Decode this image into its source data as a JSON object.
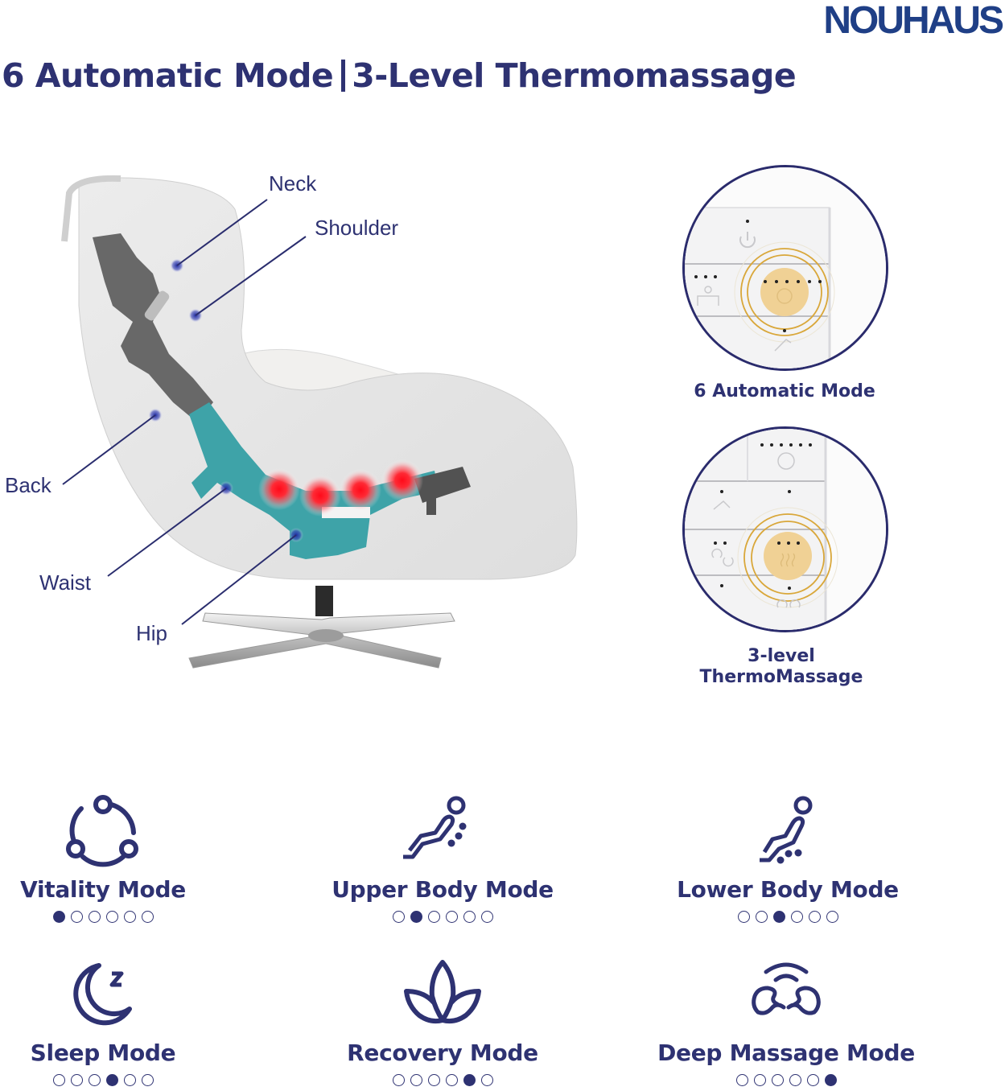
{
  "brand": {
    "logo_text": "NOUHAUS",
    "color": "#1f3f86"
  },
  "headline": {
    "left": "6 Automatic Mode",
    "right": "3-Level Thermomassage",
    "color": "#2e3272"
  },
  "chair": {
    "zones": [
      {
        "label": "Neck"
      },
      {
        "label": "Shoulder"
      },
      {
        "label": "Back"
      },
      {
        "label": "Waist"
      },
      {
        "label": "Hip"
      }
    ],
    "heat_points": 4,
    "heat_color": "#ff1f2e",
    "mechanism_color": "#3ea3a8"
  },
  "panels": [
    {
      "caption": "6 Automatic Mode",
      "button": "auto-mode-button"
    },
    {
      "caption_line1": "3-level",
      "caption_line2": "ThermoMassage",
      "button": "heat-button"
    }
  ],
  "accent": {
    "gold": "#f0d195",
    "ring": "#d9a73a"
  },
  "modes": [
    {
      "label": "Vitality Mode",
      "icon": "vitality-icon",
      "index": 1,
      "total": 6
    },
    {
      "label": "Upper Body Mode",
      "icon": "upper-body-icon",
      "index": 2,
      "total": 6
    },
    {
      "label": "Lower Body Mode",
      "icon": "lower-body-icon",
      "index": 3,
      "total": 6
    },
    {
      "label": "Sleep Mode",
      "icon": "sleep-icon",
      "index": 4,
      "total": 6
    },
    {
      "label": "Recovery Mode",
      "icon": "recovery-icon",
      "index": 5,
      "total": 6
    },
    {
      "label": "Deep Massage Mode",
      "icon": "deep-massage-icon",
      "index": 6,
      "total": 6
    }
  ]
}
